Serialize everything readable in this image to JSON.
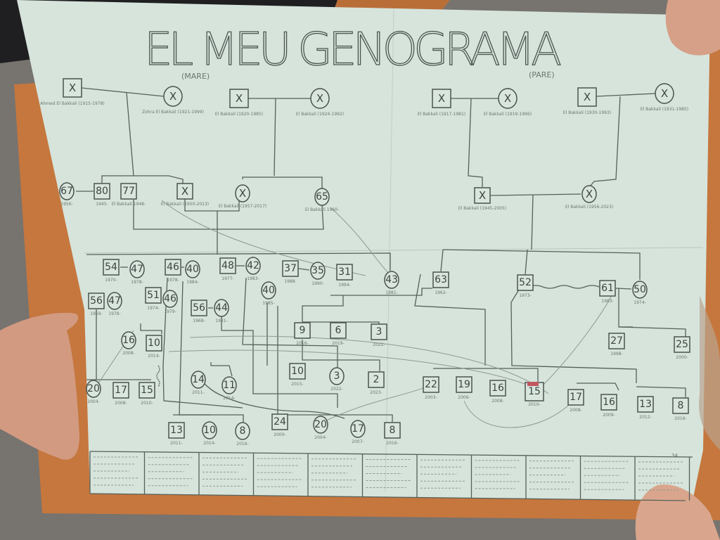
{
  "title": "EL MEU GENOGRAMA",
  "mother_side_label": "(MARE)",
  "father_side_label": "(PARE)",
  "page_number": "34",
  "highlight_color": "#c0575f",
  "nodes": [
    {
      "label": "X",
      "shape": "square",
      "caption": "Ahmed El Bakkali (1915-1978)"
    },
    {
      "label": "X",
      "shape": "circle",
      "caption": "Zohra El Bakkali (1921-1999)"
    },
    {
      "label": "X",
      "shape": "square",
      "caption": "El Bakkali (1920-1985)"
    },
    {
      "label": "X",
      "shape": "circle",
      "caption": "El Bakkali (1924-1992)"
    },
    {
      "label": "X",
      "shape": "square",
      "caption": "El Bakkali (1917-1981)"
    },
    {
      "label": "X",
      "shape": "circle",
      "caption": "El Bakkali (1919-1996)"
    },
    {
      "label": "X",
      "shape": "square",
      "caption": "El Bakkali (1930-1993)"
    },
    {
      "label": "X",
      "shape": "circle",
      "caption": "El Bakkali (1931-1985)"
    },
    {
      "label": "67",
      "shape": "circle",
      "caption": "1956-"
    },
    {
      "label": "80",
      "shape": "square",
      "caption": "1945-"
    },
    {
      "label": "77",
      "shape": "square",
      "caption": "El Bakkali 1948-"
    },
    {
      "label": "X",
      "shape": "square",
      "caption": "El Bakkali (1950-2013)"
    },
    {
      "label": "X",
      "shape": "circle",
      "caption": "El Bakkali (1957-2017)"
    },
    {
      "label": "65",
      "shape": "circle",
      "caption": "El Bakkali 1960-"
    },
    {
      "label": "X",
      "shape": "square",
      "caption": "El Bakkali (1945-2005)"
    },
    {
      "label": "X",
      "shape": "circle",
      "caption": "El Bakkali (1956-2023)"
    },
    {
      "label": "54",
      "shape": "square",
      "caption": "1970-"
    },
    {
      "label": "47",
      "shape": "circle",
      "caption": "1978-"
    },
    {
      "label": "46",
      "shape": "square",
      "caption": "1978-"
    },
    {
      "label": "40",
      "shape": "circle",
      "caption": "1984-"
    },
    {
      "label": "48",
      "shape": "square",
      "caption": "1977-"
    },
    {
      "label": "42",
      "shape": "circle",
      "caption": "1983-"
    },
    {
      "label": "37",
      "shape": "square",
      "caption": "1988-"
    },
    {
      "label": "35",
      "shape": "circle",
      "caption": "1990-"
    },
    {
      "label": "31",
      "shape": "square",
      "caption": "1994-"
    },
    {
      "label": "43",
      "shape": "circle",
      "caption": "1981-"
    },
    {
      "label": "40",
      "shape": "circle",
      "caption": "1985-"
    },
    {
      "label": "56",
      "shape": "square",
      "caption": "1969-"
    },
    {
      "label": "47",
      "shape": "circle",
      "caption": "1978-"
    },
    {
      "label": "51",
      "shape": "square",
      "caption": "1974-"
    },
    {
      "label": "46",
      "shape": "circle",
      "caption": "1979-"
    },
    {
      "label": "56",
      "shape": "square",
      "caption": "1968-"
    },
    {
      "label": "44",
      "shape": "circle",
      "caption": "1981-"
    },
    {
      "label": "63",
      "shape": "square",
      "caption": "1962-"
    },
    {
      "label": "52",
      "shape": "square",
      "caption": "1973-"
    },
    {
      "label": "61",
      "shape": "square",
      "caption": "1963-"
    },
    {
      "label": "50",
      "shape": "circle",
      "caption": "1974-"
    },
    {
      "label": "27",
      "shape": "square",
      "caption": "1998-"
    },
    {
      "label": "25",
      "shape": "square",
      "caption": "2000-"
    },
    {
      "label": "16",
      "shape": "circle",
      "caption": "2008-"
    },
    {
      "label": "10",
      "shape": "square",
      "caption": "2014-"
    },
    {
      "label": "9",
      "shape": "square",
      "caption": "2016-"
    },
    {
      "label": "6",
      "shape": "square",
      "caption": "2019-"
    },
    {
      "label": "3",
      "shape": "square",
      "caption": "2022-"
    },
    {
      "label": "10",
      "shape": "square",
      "caption": "2015-"
    },
    {
      "label": "3",
      "shape": "circle",
      "caption": "2022-"
    },
    {
      "label": "2",
      "shape": "square",
      "caption": "2023-"
    },
    {
      "label": "14",
      "shape": "circle",
      "caption": "2011-"
    },
    {
      "label": "11",
      "shape": "circle",
      "caption": "2014-"
    },
    {
      "label": "20",
      "shape": "circle",
      "caption": "2004-"
    },
    {
      "label": "17",
      "shape": "square",
      "caption": "2008-"
    },
    {
      "label": "15",
      "shape": "square",
      "caption": "2010-"
    },
    {
      "label": "22",
      "shape": "square",
      "caption": "2003-"
    },
    {
      "label": "19",
      "shape": "square",
      "caption": "2006-"
    },
    {
      "label": "16",
      "shape": "square",
      "caption": "2008-"
    },
    {
      "label": "15",
      "shape": "square",
      "caption": "2010-"
    },
    {
      "label": "17",
      "shape": "square",
      "caption": "2008-"
    },
    {
      "label": "16",
      "shape": "square",
      "caption": "2009-"
    },
    {
      "label": "13",
      "shape": "square",
      "caption": "2012-"
    },
    {
      "label": "8",
      "shape": "square",
      "caption": "2016-"
    },
    {
      "label": "13",
      "shape": "square",
      "caption": "2011-"
    },
    {
      "label": "10",
      "shape": "circle",
      "caption": "2014-"
    },
    {
      "label": "8",
      "shape": "circle",
      "caption": "2016-"
    },
    {
      "label": "24",
      "shape": "square",
      "caption": "2000-"
    },
    {
      "label": "20",
      "shape": "circle",
      "caption": "2004-"
    },
    {
      "label": "17",
      "shape": "circle",
      "caption": "2007-"
    },
    {
      "label": "8",
      "shape": "square",
      "caption": "2016-"
    }
  ]
}
